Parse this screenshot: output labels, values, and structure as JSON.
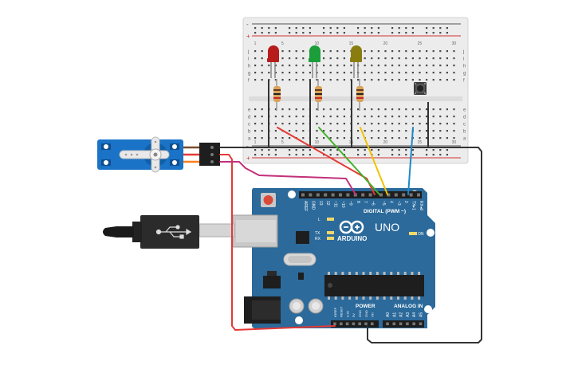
{
  "breadboard": {
    "rail_plus": "+",
    "rail_minus": "-",
    "row_letters_top": [
      "j",
      "i",
      "h",
      "g",
      "f"
    ],
    "row_letters_bottom": [
      "e",
      "d",
      "c",
      "b",
      "a"
    ],
    "column_numbers": [
      "1",
      "5",
      "10",
      "15",
      "20",
      "25",
      "30"
    ]
  },
  "components": {
    "led_colors": {
      "red": "#b71c1c",
      "green": "#1b9e3a",
      "yellow": "#8a7d10"
    },
    "resistor_color": "#d9a35b",
    "pushbutton_label": ""
  },
  "arduino": {
    "brand": "ARDUINO",
    "model": "UNO",
    "digital_header_label": "DIGITAL (PWM ~)",
    "digital_pins": [
      "AREF",
      "GND",
      "13",
      "12",
      "~11",
      "~10",
      "~9",
      "8",
      "7",
      "~6",
      "~5",
      "4",
      "~3",
      "2",
      "TX▸1",
      "RX◂0"
    ],
    "led_labels": [
      "L",
      "TX",
      "RX"
    ],
    "on_label": "ON",
    "power_label": "POWER",
    "power_pins": [
      "IOREF",
      "RESET",
      "3.3V",
      "5V",
      "GND",
      "GND",
      "Vin"
    ],
    "analog_label": "ANALOG IN",
    "analog_pins": [
      "A0",
      "A1",
      "A2",
      "A3",
      "A4",
      "A5"
    ],
    "board_color": "#2b6a9b"
  },
  "wires": {
    "red": "#e53935",
    "green": "#43b02a",
    "yellow": "#f2c200",
    "blue": "#1e88c8",
    "magenta": "#c2307a",
    "black": "#333333",
    "brown": "#7a4b2a",
    "orange": "#ff7f1a"
  }
}
